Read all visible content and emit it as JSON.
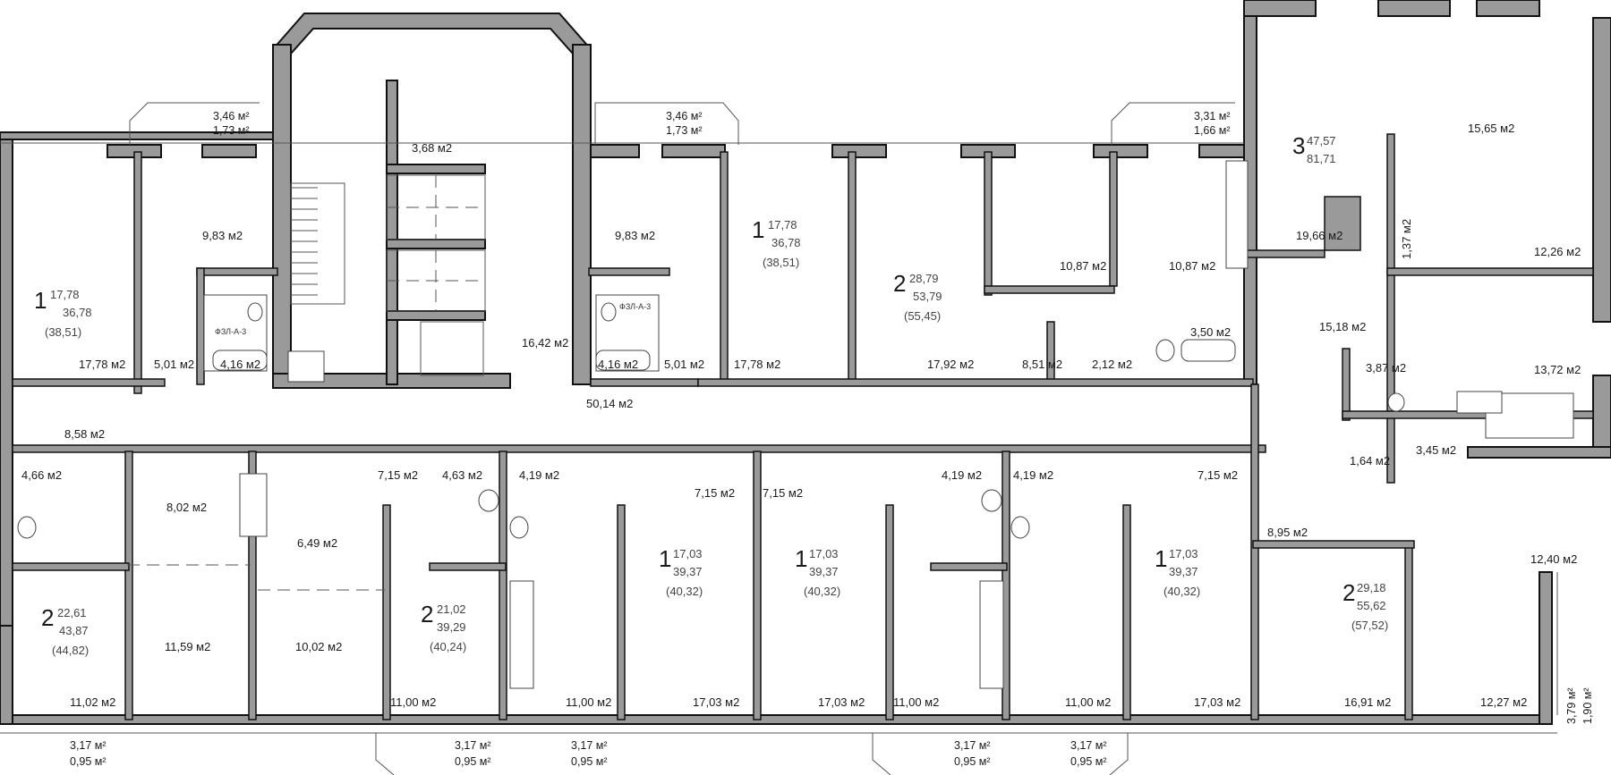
{
  "plan": {
    "unit": "м2",
    "balconies": [
      {
        "a": "3,46 м²",
        "b": "1,73 м²"
      },
      {
        "a": "3,46 м²",
        "b": "1,73 м²"
      },
      {
        "a": "3,31 м²",
        "b": "1,66 м²"
      },
      {
        "a": "3,17 м²",
        "b": "0,95 м²"
      },
      {
        "a": "3,17 м²",
        "b": "0,95 м²"
      },
      {
        "a": "3,17 м²",
        "b": "0,95 м²"
      },
      {
        "a": "3,17 м²",
        "b": "0,95 м²"
      },
      {
        "a": "3,17 м²",
        "b": "0,95 м²"
      },
      {
        "a": "3,79 м²",
        "b": "1,90 м²"
      }
    ],
    "apartments": [
      {
        "rooms": "1",
        "living": "17,78",
        "total": "36,78",
        "full": "(38,51)"
      },
      {
        "rooms": "1",
        "living": "17,78",
        "total": "36,78",
        "full": "(38,51)"
      },
      {
        "rooms": "2",
        "living": "28,79",
        "total": "53,79",
        "full": "(55,45)"
      },
      {
        "rooms": "3",
        "living": "47,57",
        "total": "81,71",
        "full": ""
      },
      {
        "rooms": "2",
        "living": "22,61",
        "total": "43,87",
        "full": "(44,82)"
      },
      {
        "rooms": "2",
        "living": "21,02",
        "total": "39,29",
        "full": "(40,24)"
      },
      {
        "rooms": "1",
        "living": "17,03",
        "total": "39,37",
        "full": "(40,32)"
      },
      {
        "rooms": "1",
        "living": "17,03",
        "total": "39,37",
        "full": "(40,32)"
      },
      {
        "rooms": "1",
        "living": "17,03",
        "total": "39,37",
        "full": "(40,32)"
      },
      {
        "rooms": "2",
        "living": "29,18",
        "total": "55,62",
        "full": "(57,52)"
      }
    ],
    "rooms": [
      "3,68 м2",
      "9,83 м2",
      "9,83 м2",
      "16,42 м2",
      "17,78 м2",
      "5,01 м2",
      "4,16 м2",
      "4,16 м2",
      "5,01 м2",
      "17,78 м2",
      "50,14 м2",
      "17,92 м2",
      "10,87 м2",
      "10,87 м2",
      "8,51 м2",
      "2,12 м2",
      "3,50 м2",
      "19,66 м2",
      "1,37 м2",
      "15,65 м2",
      "12,26 м2",
      "15,18 м2",
      "13,72 м2",
      "3,87 м2",
      "3,45 м2",
      "1,64 м2",
      "8,58 м2",
      "4,66 м2",
      "8,02 м2",
      "6,49 м2",
      "7,15 м2",
      "4,63 м2",
      "4,19 м2",
      "7,15 м2",
      "7,15 м2",
      "4,19 м2",
      "4,19 м2",
      "7,15 м2",
      "8,95 м2",
      "12,40 м2",
      "11,59 м2",
      "10,02 м2",
      "11,02 м2",
      "11,00 м2",
      "11,00 м2",
      "17,03 м2",
      "17,03 м2",
      "11,00 м2",
      "11,00 м2",
      "17,03 м2",
      "16,91 м2",
      "12,27 м2"
    ],
    "shaft_labels": [
      "ФЗЛ-А-3",
      "ФЗЛ-А-3"
    ]
  }
}
